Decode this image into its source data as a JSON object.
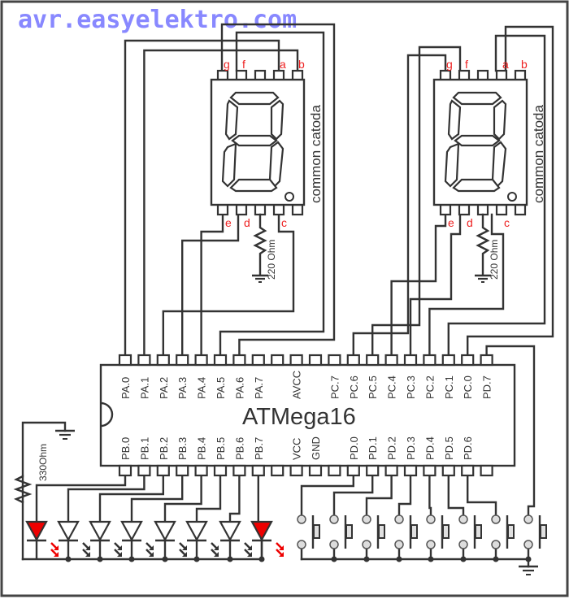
{
  "watermark": "avr.easyelektro.com",
  "chip": {
    "title": "ATMega16",
    "top_pins": [
      "PA.0",
      "PA.1",
      "PA.2",
      "PA.3",
      "PA.4",
      "PA.5",
      "PA.6",
      "PA.7",
      "",
      "AVCC",
      "",
      "PC.7",
      "PC.6",
      "PC.5",
      "PC.4",
      "PC.3",
      "PC.2",
      "PC.1",
      "PC.0",
      "PD.7"
    ],
    "bottom_pins": [
      "PB.0",
      "PB.1",
      "PB.2",
      "PB.3",
      "PB.4",
      "PB.5",
      "PB.6",
      "PB.7",
      "",
      "VCC",
      "GND",
      "",
      "PD.0",
      "PD.1",
      "PD.2",
      "PD.3",
      "PD.4",
      "PD.5",
      "PD.6"
    ]
  },
  "displays": [
    {
      "type_label": "common catoda",
      "top_labels": [
        "g",
        "f",
        "",
        "a",
        "b"
      ],
      "bottom_labels": [
        "e",
        "d",
        "",
        "c",
        ""
      ],
      "resistor": "220 Ohm"
    },
    {
      "type_label": "common catoda",
      "top_labels": [
        "g",
        "f",
        "",
        "a",
        "b"
      ],
      "bottom_labels": [
        "e",
        "d",
        "",
        "c",
        ""
      ],
      "resistor": "220 Ohm"
    }
  ],
  "led_resistor": "330Ohm",
  "leds": {
    "count": 8,
    "lit": [
      true,
      false,
      false,
      false,
      false,
      false,
      false,
      true
    ]
  },
  "buttons": {
    "count": 8
  },
  "colors": {
    "wire": "#333333",
    "segment_label": "#ee2222",
    "lit_led": "#ee0000",
    "watermark": "#8888ff"
  }
}
